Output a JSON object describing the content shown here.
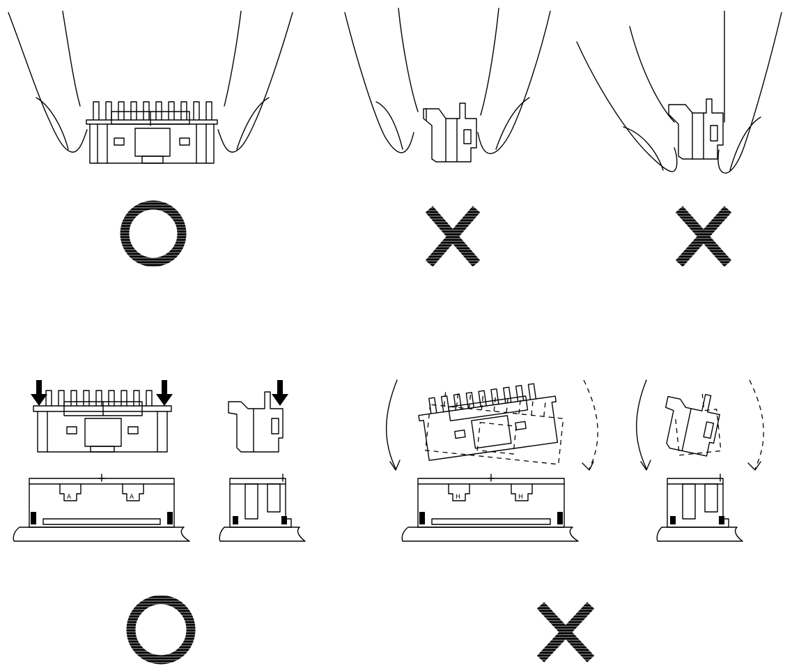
{
  "figure": {
    "panels": [
      {
        "id": "pinch-from-sides",
        "verdict": "correct",
        "verdict_symbol": "O"
      },
      {
        "id": "pinch-tilted-left",
        "verdict": "incorrect",
        "verdict_symbol": "X"
      },
      {
        "id": "pinch-tilted-right",
        "verdict": "incorrect",
        "verdict_symbol": "X"
      },
      {
        "id": "press-straight-down",
        "verdict": "correct",
        "verdict_symbol": "O"
      },
      {
        "id": "insert-at-angle",
        "verdict": "incorrect",
        "verdict_symbol": "X"
      }
    ],
    "colors": {
      "line": "#000000",
      "background": "#ffffff"
    }
  }
}
